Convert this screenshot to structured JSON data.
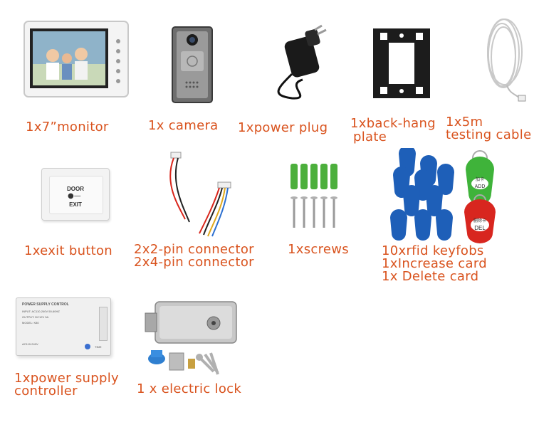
{
  "items": {
    "monitor": "1x7”monitor",
    "camera": "1x camera",
    "power_plug": "1xpower plug",
    "back_hang_line1": "1xback-hang",
    "back_hang_line2": "plate",
    "testing_cable_line1": "1x5m",
    "testing_cable_line2": "testing cable",
    "exit_button": "1xexit button",
    "connector_line1": "2x2-pin connector",
    "connector_line2": "2x4-pin connector",
    "screws": "1xscrews",
    "rfid_line1": "10xrfid keyfobs",
    "rfid_line2": "1xIncrease card",
    "rfid_line3": "1x Delete card",
    "psu_line1": "1xpower supply",
    "psu_line2": "controller",
    "electric_lock": "1 x electric lock"
  },
  "product_text": {
    "door": "DOOR",
    "exit": "EXIT",
    "psu_title": "POWER SUPPLY CONTROL",
    "psu_input": "INPUT: AC110-240V 50-60HZ",
    "psu_output": "OUTPUT: DC12V 3A",
    "psu_model": "MODEL: K80",
    "psu_ac": "AC110-240V",
    "psu_time": "TIME",
    "keyfob_add": "加卡",
    "keyfob_add_code": "ADD",
    "keyfob_del": "删除卡",
    "keyfob_del_code": "DEL"
  },
  "colors": {
    "label": "#d9531e",
    "keyfob_blue": "#1e5fb8",
    "keyfob_green": "#3fb33a",
    "keyfob_red": "#d8261f",
    "anchor_green": "#4caf3c"
  }
}
